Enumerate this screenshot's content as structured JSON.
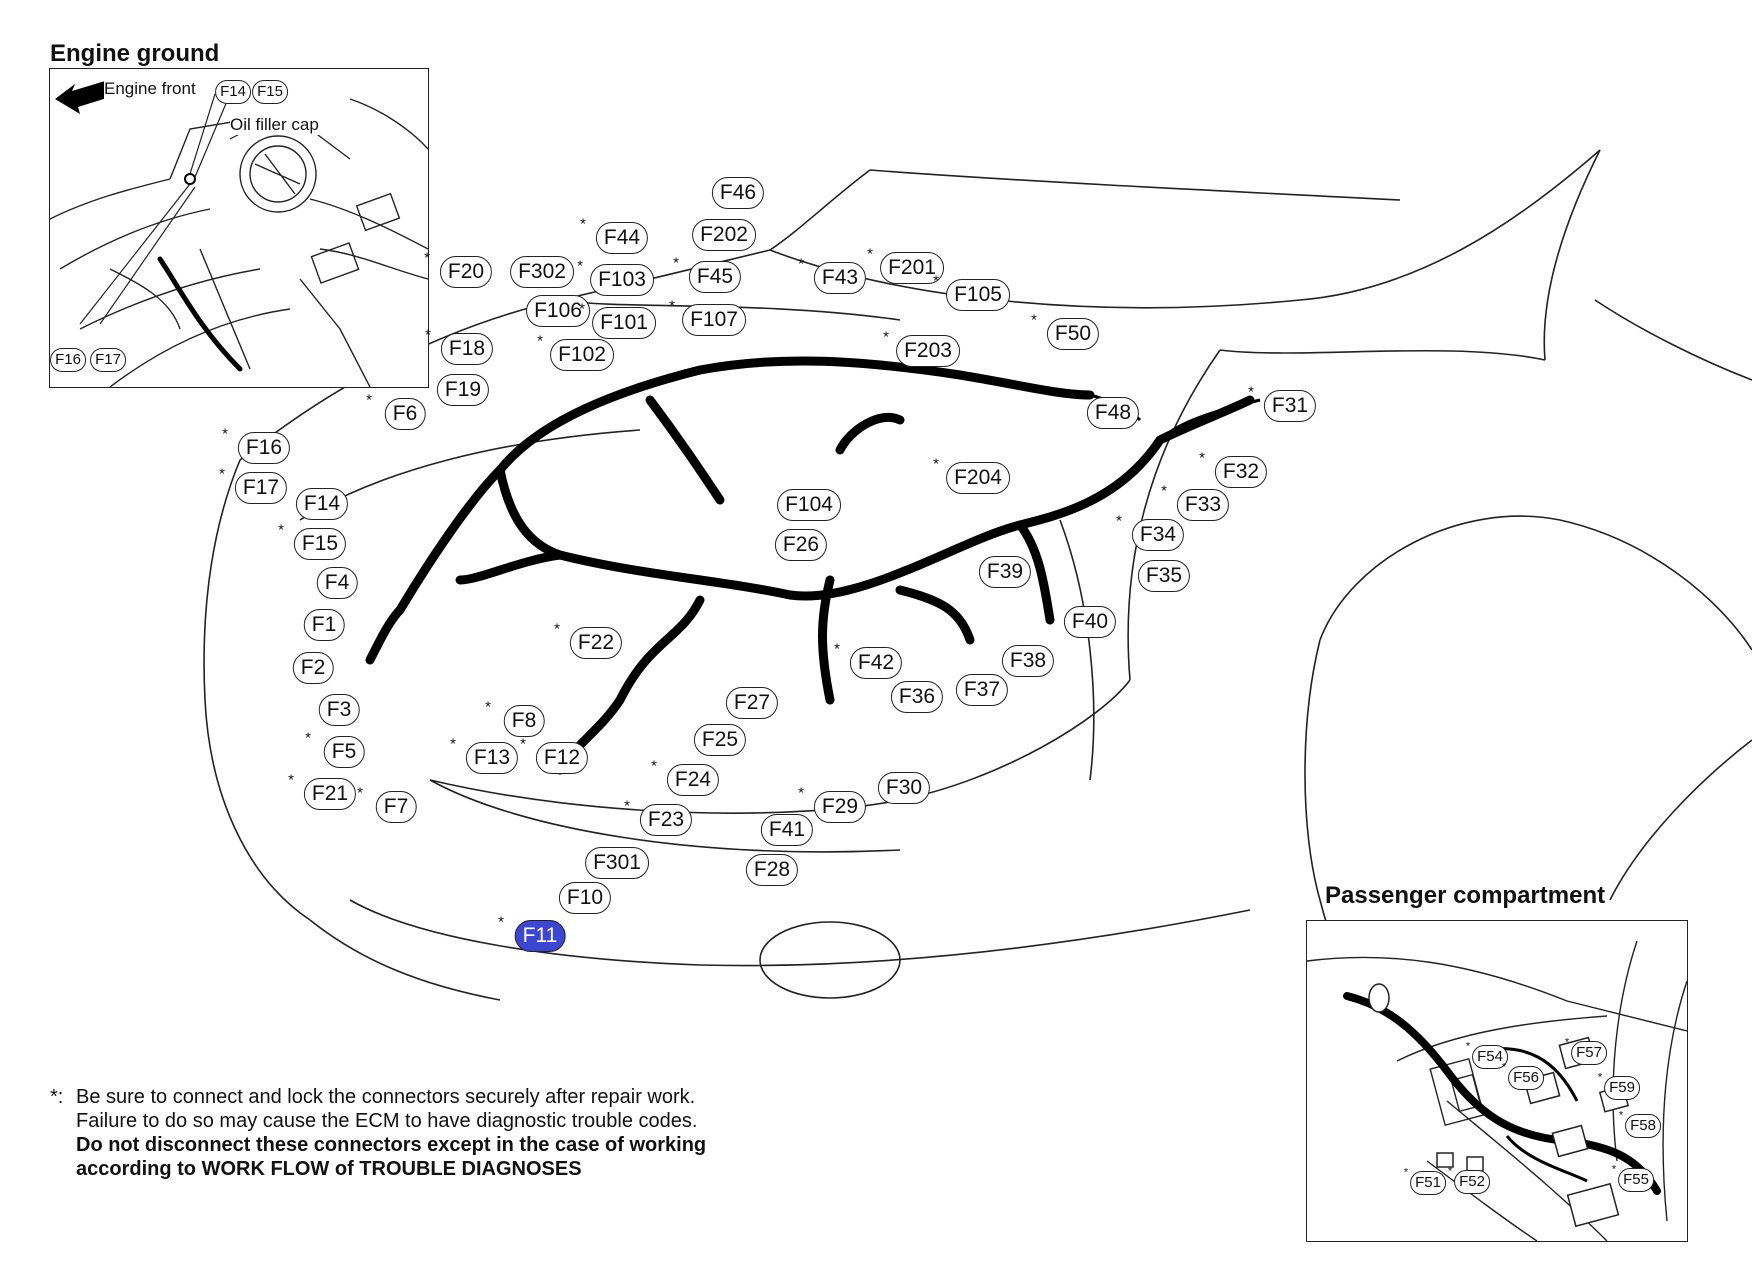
{
  "engine_ground": {
    "title": "Engine ground",
    "engine_front": "Engine front",
    "oil_filler_cap": "Oil filler cap",
    "labels": [
      "F14",
      "F15",
      "F16",
      "F17"
    ]
  },
  "passenger_compartment": {
    "title": "Passenger compartment",
    "labels": [
      {
        "text": "F54",
        "star": true
      },
      {
        "text": "F56",
        "star": true
      },
      {
        "text": "F57",
        "star": true
      },
      {
        "text": "F59",
        "star": true
      },
      {
        "text": "F58",
        "star": true
      },
      {
        "text": "F55",
        "star": true
      },
      {
        "text": "F51",
        "star": true
      },
      {
        "text": "F52",
        "star": true
      }
    ]
  },
  "connectors": [
    {
      "text": "F46",
      "star": false
    },
    {
      "text": "F202",
      "star": false
    },
    {
      "text": "F44",
      "star": true
    },
    {
      "text": "F201",
      "star": true
    },
    {
      "text": "F20",
      "star": true
    },
    {
      "text": "F302",
      "star": false
    },
    {
      "text": "F103",
      "star": true
    },
    {
      "text": "F45",
      "star": true
    },
    {
      "text": "F43",
      "star": true
    },
    {
      "text": "F105",
      "star": true
    },
    {
      "text": "F106",
      "star": false
    },
    {
      "text": "F101",
      "star": true
    },
    {
      "text": "F107",
      "star": true
    },
    {
      "text": "F50",
      "star": true
    },
    {
      "text": "F18",
      "star": true
    },
    {
      "text": "F102",
      "star": true
    },
    {
      "text": "F203",
      "star": true
    },
    {
      "text": "F19",
      "star": false
    },
    {
      "text": "F6",
      "star": true
    },
    {
      "text": "F48",
      "star": true
    },
    {
      "text": "F31",
      "star": true
    },
    {
      "text": "F16",
      "star": true
    },
    {
      "text": "F17",
      "star": true
    },
    {
      "text": "F204",
      "star": true
    },
    {
      "text": "F32",
      "star": true
    },
    {
      "text": "F14",
      "star": false
    },
    {
      "text": "F104",
      "star": false
    },
    {
      "text": "F33",
      "star": true
    },
    {
      "text": "F15",
      "star": true
    },
    {
      "text": "F26",
      "star": false
    },
    {
      "text": "F34",
      "star": true
    },
    {
      "text": "F4",
      "star": false
    },
    {
      "text": "F39",
      "star": false
    },
    {
      "text": "F35",
      "star": false
    },
    {
      "text": "F1",
      "star": false
    },
    {
      "text": "F40",
      "star": false
    },
    {
      "text": "F22",
      "star": true
    },
    {
      "text": "F2",
      "star": false
    },
    {
      "text": "F42",
      "star": true
    },
    {
      "text": "F38",
      "star": false
    },
    {
      "text": "F27",
      "star": false
    },
    {
      "text": "F37",
      "star": false
    },
    {
      "text": "F36",
      "star": false
    },
    {
      "text": "F3",
      "star": false
    },
    {
      "text": "F8",
      "star": true
    },
    {
      "text": "F25",
      "star": false
    },
    {
      "text": "F5",
      "star": true
    },
    {
      "text": "F13",
      "star": true
    },
    {
      "text": "F12",
      "star": true
    },
    {
      "text": "F24",
      "star": true
    },
    {
      "text": "F30",
      "star": false
    },
    {
      "text": "F21",
      "star": true
    },
    {
      "text": "F7",
      "star": true
    },
    {
      "text": "F29",
      "star": true
    },
    {
      "text": "F23",
      "star": true
    },
    {
      "text": "F41",
      "star": false
    },
    {
      "text": "F301",
      "star": false
    },
    {
      "text": "F28",
      "star": false
    },
    {
      "text": "F10",
      "star": false
    },
    {
      "text": "F11",
      "star": true
    }
  ],
  "highlight_color": "#3c46d2",
  "note": {
    "marker": "*:",
    "line1": "Be sure to connect and lock the connectors securely after repair work.",
    "line2": "Failure to do so may cause the ECM to have diagnostic trouble codes.",
    "line3": "Do not disconnect these connectors except in the case of working",
    "line4": "according to WORK FLOW of TROUBLE DIAGNOSES"
  }
}
